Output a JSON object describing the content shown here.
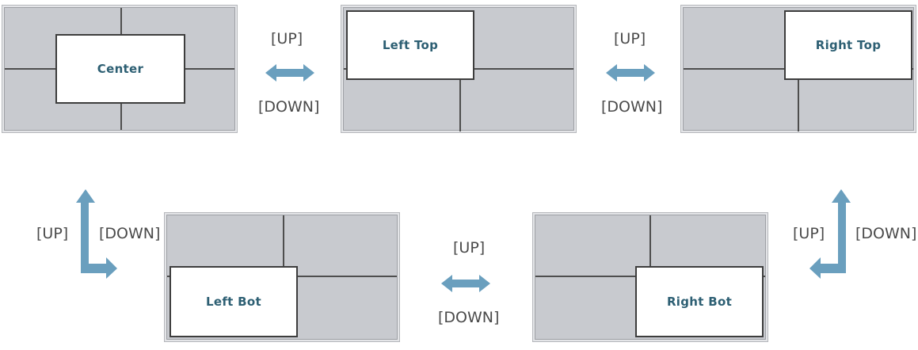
{
  "diagram": {
    "layouts": [
      {
        "id": "center",
        "label": "Center"
      },
      {
        "id": "left-top",
        "label": "Left Top"
      },
      {
        "id": "right-top",
        "label": "Right Top"
      },
      {
        "id": "left-bot",
        "label": "Left Bot"
      },
      {
        "id": "right-bot",
        "label": "Right Bot"
      }
    ],
    "keys": {
      "up": "[UP]",
      "down": "[DOWN]"
    },
    "colors": {
      "arrow": "#6a9fbe",
      "window_text": "#2d5f73",
      "screen_bg": "#c8cacf",
      "divider": "#4e4e4e"
    }
  }
}
